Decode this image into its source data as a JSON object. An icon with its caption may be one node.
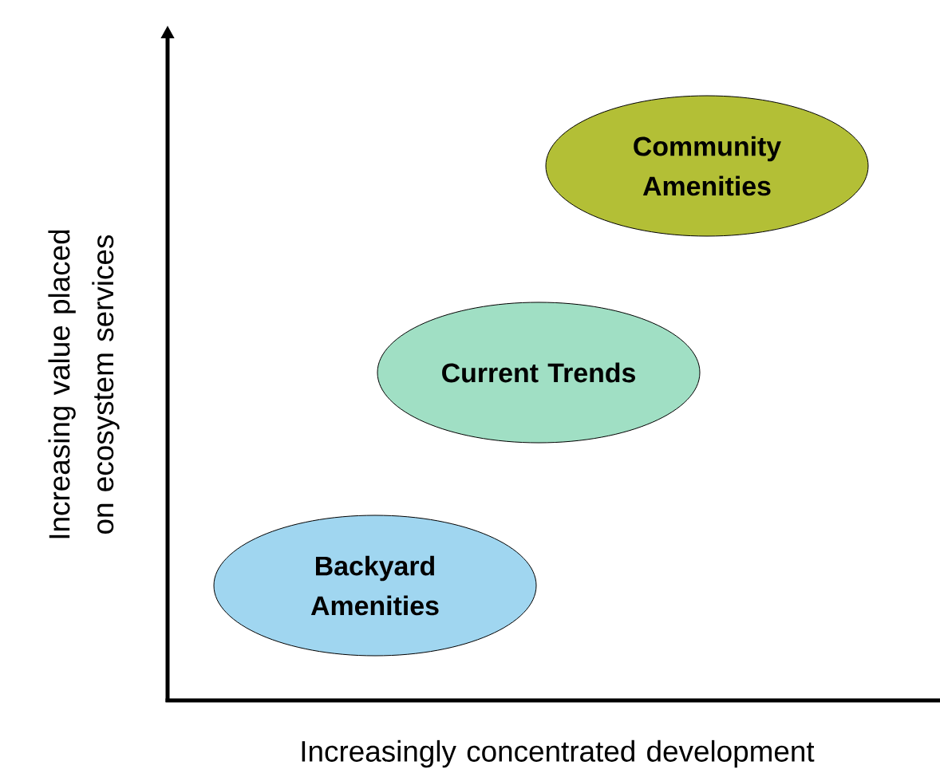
{
  "diagram": {
    "nodes": [
      {
        "text": [
          "Community Amenities"
        ]
      },
      {
        "text": [
          "Current Trends"
        ]
      },
      {
        "text": [
          "Backyard Amenities"
        ]
      }
    ],
    "labels": [
      "Increasing value placed on ecosystem services",
      "Increasingly concentrated development"
    ]
  }
}
